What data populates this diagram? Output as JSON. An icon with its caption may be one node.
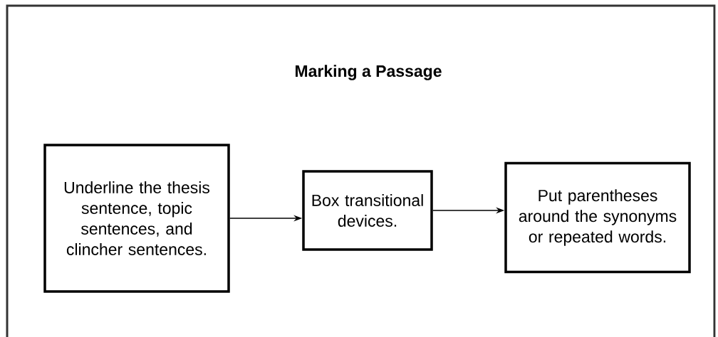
{
  "diagram": {
    "title": "Marking a Passage",
    "nodes": [
      {
        "text": [
          "Underline the thesis sentence, topic sentences, and clincher sentences."
        ]
      },
      {
        "text": [
          "Box transitional devices."
        ]
      },
      {
        "text": [
          "Put parentheses around the synonyms or repeated words."
        ]
      }
    ],
    "edges": [
      {
        "from": 0,
        "to": 1,
        "arrow": "to"
      },
      {
        "from": 1,
        "to": 2,
        "arrow": "to"
      }
    ]
  }
}
